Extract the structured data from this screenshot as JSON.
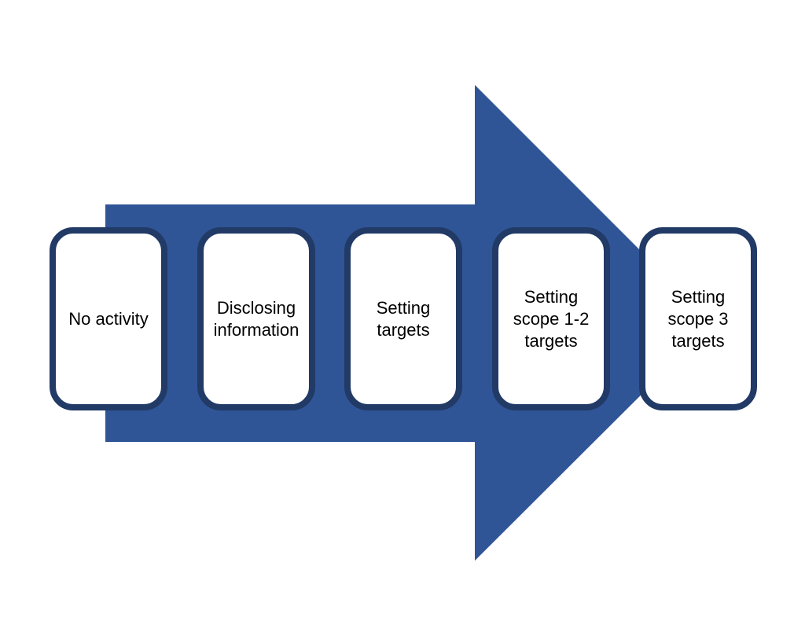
{
  "diagram": {
    "colors": {
      "arrow_fill": "#2f5597",
      "box_border": "#213a66",
      "box_fill": "#ffffff",
      "text": "#000000"
    },
    "steps": [
      {
        "label": "No activity"
      },
      {
        "label": "Disclosing\ninformation"
      },
      {
        "label": "Setting\ntargets"
      },
      {
        "label": "Setting\nscope 1-2\ntargets"
      },
      {
        "label": "Setting\nscope 3\ntargets"
      }
    ]
  }
}
